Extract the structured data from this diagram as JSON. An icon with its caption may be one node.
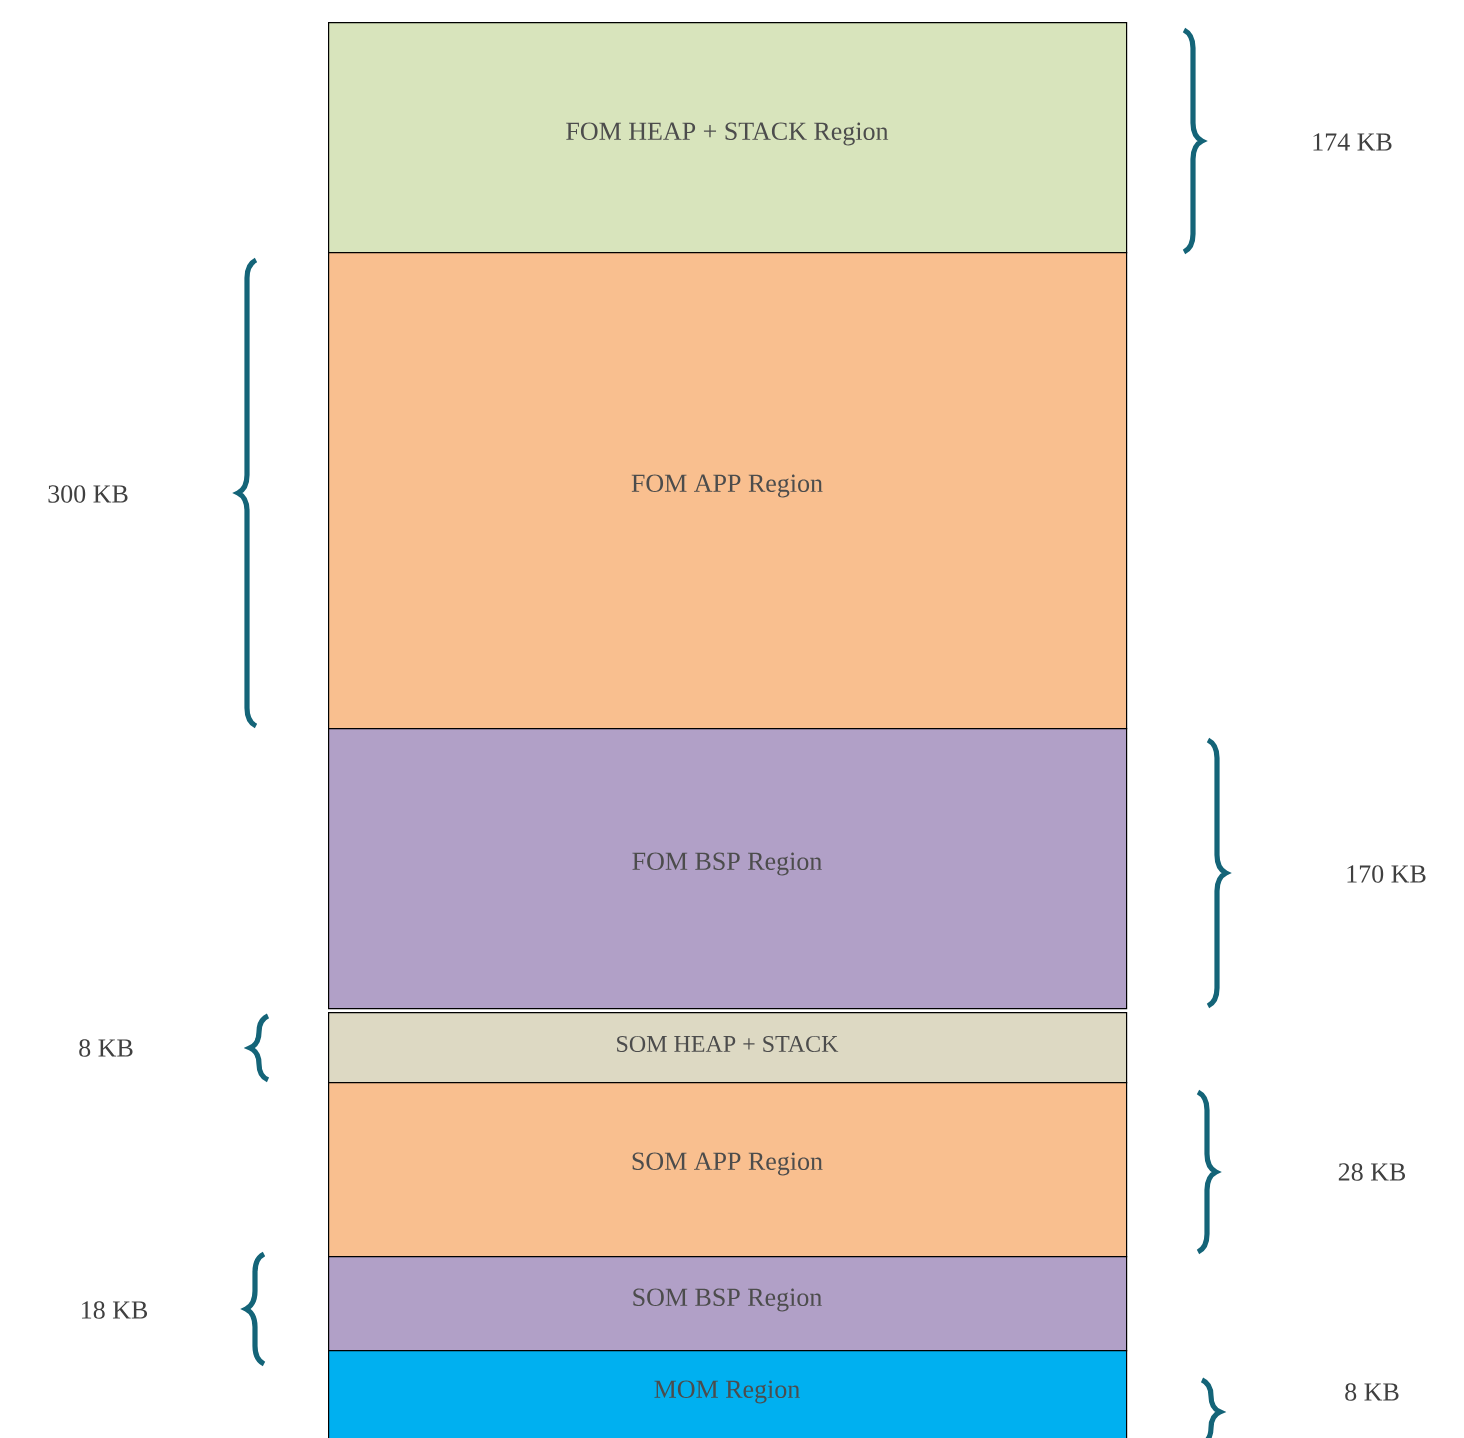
{
  "diagram": {
    "nodes": [
      {
        "text": [
          "FOM HEAP + STACK Region"
        ]
      },
      {
        "text": [
          "FOM APP Region"
        ]
      },
      {
        "text": [
          "FOM BSP Region"
        ]
      },
      {
        "text": [
          "SOM HEAP + STACK"
        ]
      },
      {
        "text": [
          "SOM APP Region"
        ]
      },
      {
        "text": [
          "SOM BSP Region"
        ]
      },
      {
        "text": [
          "MOM Region"
        ]
      }
    ],
    "labels": [
      "174  KB",
      "300 KB",
      "170 KB",
      "8 KB",
      "28 KB",
      "18 KB",
      "8 KB"
    ]
  }
}
